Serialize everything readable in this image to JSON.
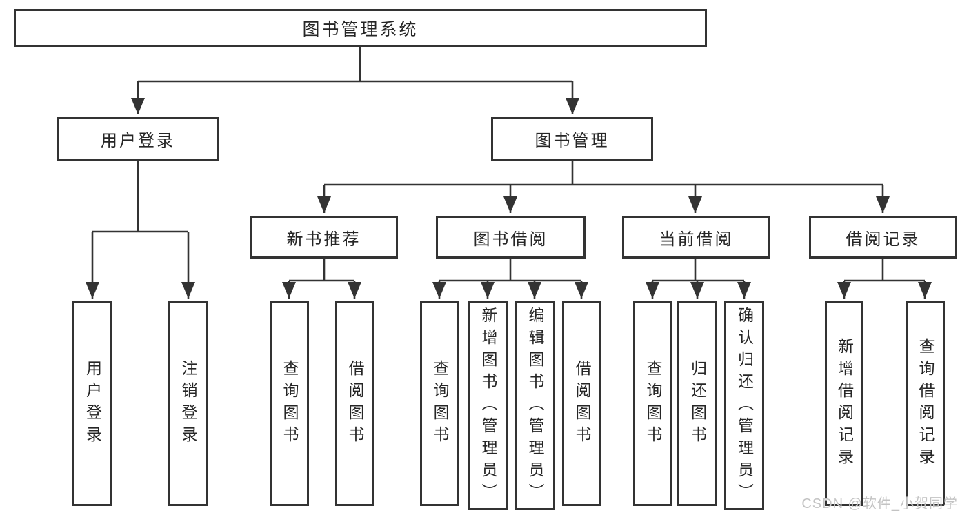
{
  "nodes": {
    "root": "图书管理系统",
    "l2": [
      "用户登录",
      "图书管理"
    ],
    "l3": [
      "新书推荐",
      "图书借阅",
      "当前借阅",
      "借阅记录"
    ],
    "g1": [
      "用户登录",
      "注销登录"
    ],
    "g2": [
      "查询图书",
      "借阅图书"
    ],
    "g3": [
      "查询图书",
      "新增图书（管理员）",
      "编辑图书（管理员）",
      "借阅图书"
    ],
    "g4": [
      "查询图书",
      "归还图书",
      "确认归还（管理员）"
    ],
    "g5": [
      "新增借阅记录",
      "查询借阅记录"
    ]
  },
  "hierarchy": {
    "图书管理系统": {
      "用户登录": [
        "用户登录",
        "注销登录"
      ],
      "图书管理": {
        "新书推荐": [
          "查询图书",
          "借阅图书"
        ],
        "图书借阅": [
          "查询图书",
          "新增图书（管理员）",
          "编辑图书（管理员）",
          "借阅图书"
        ],
        "当前借阅": [
          "查询图书",
          "归还图书",
          "确认归还（管理员）"
        ],
        "借阅记录": [
          "新增借阅记录",
          "查询借阅记录"
        ]
      }
    }
  },
  "watermark": {
    "text": "CSDN @软件_小贺同学"
  },
  "colors": {
    "line": "#333333",
    "box_border": "#333333",
    "text": "#262626",
    "watermark": "#c3c3c3",
    "background": "#ffffff"
  }
}
